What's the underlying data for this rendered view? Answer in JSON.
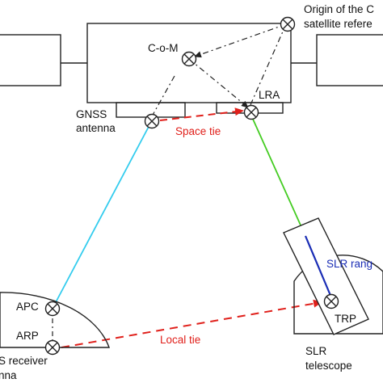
{
  "labels": {
    "origin": [
      "Origin of the C",
      "satellite refere"
    ],
    "com": "C-o-M",
    "lra": "LRA",
    "gnss_antenna": [
      "GNSS",
      "antenna"
    ],
    "space_tie": "Space tie",
    "slr_range": "SLR rang",
    "apc": "APC",
    "arp": "ARP",
    "local_tie": "Local tie",
    "trp": "TRP",
    "gnss_receiver": [
      "S receiver",
      "nna"
    ],
    "slr_telescope": [
      "SLR",
      "telescope"
    ]
  },
  "colors": {
    "cyan_link": "#33ccee",
    "green_link": "#44cc22",
    "tie": "#e0201b",
    "slr_range": "#1a2db5",
    "outline": "#222222"
  }
}
